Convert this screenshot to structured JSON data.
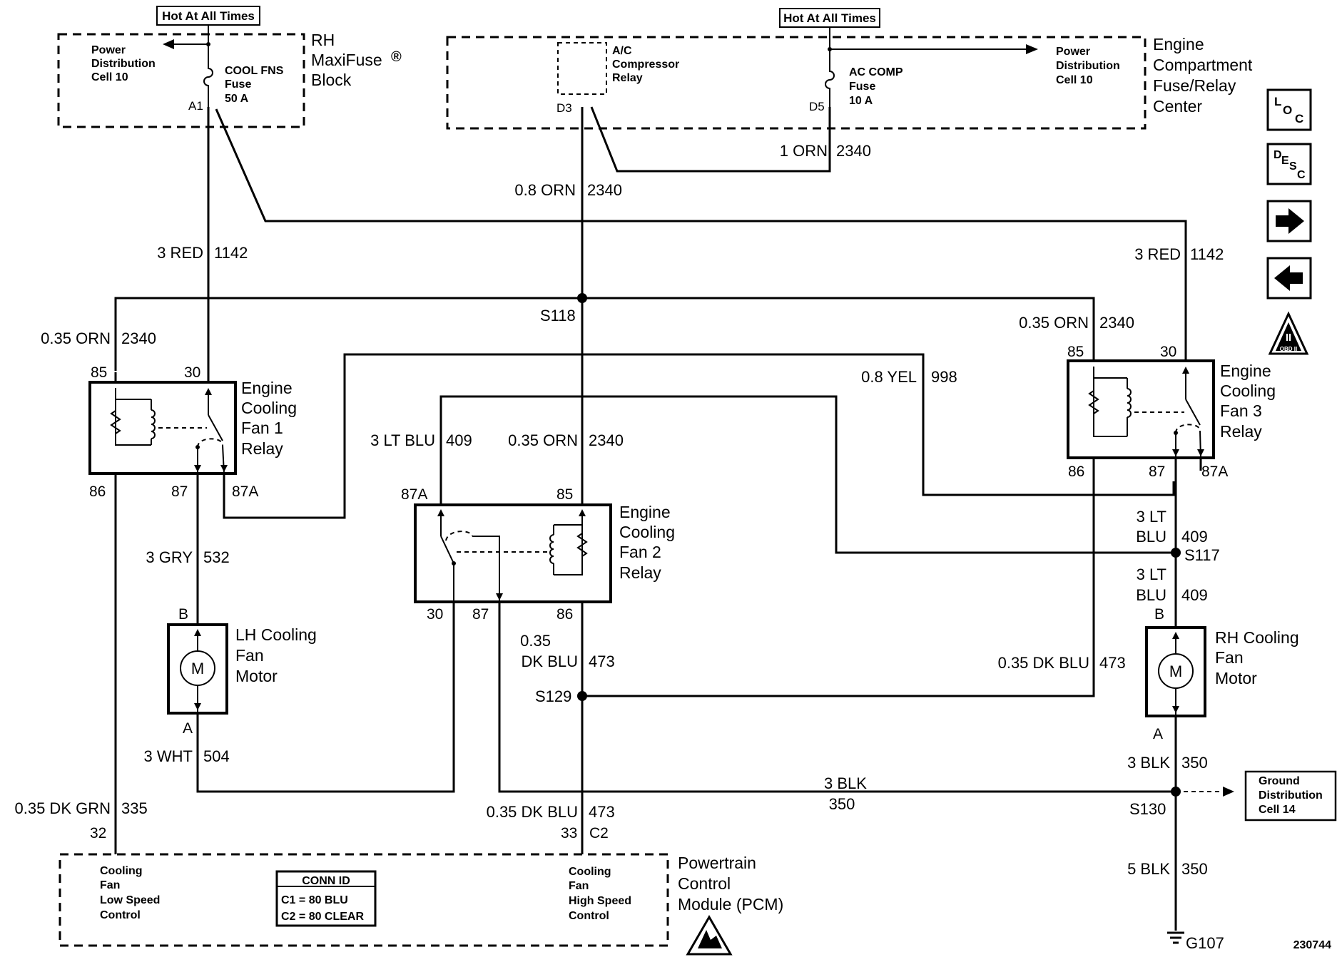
{
  "hot_labels": [
    "Hot At All Times",
    "Hot At All Times"
  ],
  "maxifuse": {
    "name": [
      "RH",
      "MaxiFuse",
      "Block"
    ],
    "reg": "®",
    "power_dist": [
      "Power",
      "Distribution",
      "Cell 10"
    ],
    "fuse": [
      "COOL FNS",
      "Fuse",
      "50 A"
    ],
    "pin": "A1"
  },
  "fuse_center": {
    "name": [
      "Engine",
      "Compartment",
      "Fuse/Relay",
      "Center"
    ],
    "relay": [
      "A/C",
      "Compressor",
      "Relay"
    ],
    "fuse": [
      "AC COMP",
      "Fuse",
      "10 A"
    ],
    "power_dist": [
      "Power",
      "Distribution",
      "Cell 10"
    ],
    "pin_d3": "D3",
    "pin_d5": "D5"
  },
  "wires": {
    "orn_1": [
      "1 ORN",
      "2340"
    ],
    "orn_08": [
      "0.8 ORN",
      "2340"
    ],
    "red_left": [
      "3 RED",
      "1142"
    ],
    "red_right": [
      "3 RED",
      "1142"
    ],
    "orn_left": [
      "0.35 ORN",
      "2340"
    ],
    "orn_right": [
      "0.35 ORN",
      "2340"
    ],
    "yel": [
      "0.8 YEL",
      "998"
    ],
    "ltblu_mid": [
      "3 LT BLU",
      "409"
    ],
    "orn_mid": [
      "0.35 ORN",
      "2340"
    ],
    "gry": [
      "3 GRY",
      "532"
    ],
    "wht": [
      "3 WHT",
      "504"
    ],
    "dkgrn": [
      "0.35 DK GRN",
      "335"
    ],
    "dkblu_mid": [
      "0.35",
      "DK BLU",
      "473"
    ],
    "dkblu_right": [
      "0.35 DK BLU",
      "473"
    ],
    "dkblu_bottom": [
      "0.35 DK BLU",
      "473"
    ],
    "ltblu_r1": [
      "3 LT",
      "BLU",
      "409"
    ],
    "ltblu_r2": [
      "3 LT",
      "BLU",
      "409"
    ],
    "blk_h": [
      "3 BLK",
      "350"
    ],
    "blk_r": [
      "3 BLK",
      "350"
    ],
    "blk_5": [
      "5 BLK",
      "350"
    ]
  },
  "splices": [
    "S118",
    "S129",
    "S117",
    "S130"
  ],
  "relays": {
    "fan1": [
      "Engine",
      "Cooling",
      "Fan 1",
      "Relay"
    ],
    "fan2": [
      "Engine",
      "Cooling",
      "Fan 2",
      "Relay"
    ],
    "fan3": [
      "Engine",
      "Cooling",
      "Fan 3",
      "Relay"
    ]
  },
  "pins": {
    "r1": [
      "85",
      "30",
      "86",
      "87",
      "87A"
    ],
    "r2": [
      "87A",
      "85",
      "30",
      "87",
      "86"
    ],
    "r3": [
      "85",
      "30",
      "86",
      "87",
      "87A"
    ],
    "lh_motor": [
      "B",
      "A"
    ],
    "rh_motor": [
      "B",
      "A"
    ],
    "pcm": [
      "32",
      "33",
      "C2"
    ]
  },
  "motors": {
    "lh": [
      "LH Cooling",
      "Fan",
      "Motor"
    ],
    "rh": [
      "RH Cooling",
      "Fan",
      "Motor"
    ],
    "symbol": "M"
  },
  "ground_dist": [
    "Ground",
    "Distribution",
    "Cell 14"
  ],
  "ground": "G107",
  "pcm": {
    "name": [
      "Powertrain",
      "Control",
      "Module (PCM)"
    ],
    "low": [
      "Cooling",
      "Fan",
      "Low Speed",
      "Control"
    ],
    "high": [
      "Cooling",
      "Fan",
      "High Speed",
      "Control"
    ],
    "conn_title": "CONN ID",
    "conn": [
      "C1 = 80 BLU",
      "C2 = 80 CLEAR"
    ]
  },
  "nav": {
    "loc": [
      "L",
      "O",
      "C"
    ],
    "desc": [
      "D",
      "E",
      "S",
      "C"
    ],
    "obd": [
      "II",
      "OBD II"
    ]
  },
  "diagram_id": "230744"
}
